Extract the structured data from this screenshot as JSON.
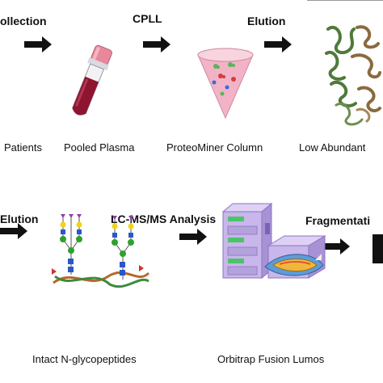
{
  "row1": {
    "steps": {
      "collection": "ollection",
      "cpll": "CPLL",
      "elution": "Elution"
    },
    "labels": {
      "patients": "Patients",
      "pooled_plasma": "Pooled Plasma",
      "proteominer_column": "ProteoMiner Column",
      "low_abundant": "Low Abundant"
    }
  },
  "row2": {
    "steps": {
      "elution": "Elution",
      "lcms": "LC-MS/MS Analysis",
      "fragmentation": "Fragmentati"
    },
    "labels": {
      "glycopeptides": "Intact N-glycopeptides",
      "orbitrap": "Orbitrap Fusion Lumos"
    }
  },
  "colors": {
    "arrow": "#111111",
    "tube_cap": "#e8889a",
    "blood": "#8e1530",
    "cone": "#f2b3c6",
    "protein_green": "#4f7a3a",
    "protein_brown": "#8a6a3e",
    "instrument": "#c9b6ea"
  }
}
